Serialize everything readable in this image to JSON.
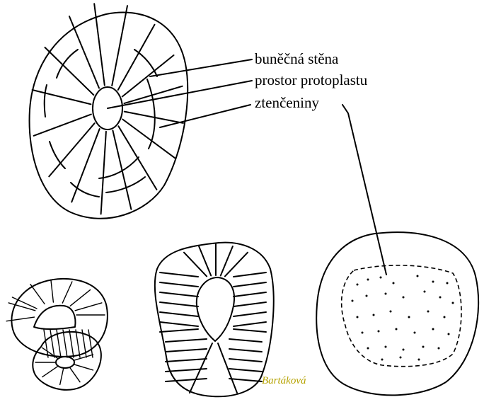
{
  "labels": {
    "cell_wall": "buněčná stěna",
    "protoplast_space": "prostor protoplastu",
    "thinnings": "ztenčeniny"
  },
  "signature": "Bartáková",
  "colors": {
    "ink": "#000000",
    "background": "#ffffff",
    "signature": "#b5a200"
  }
}
